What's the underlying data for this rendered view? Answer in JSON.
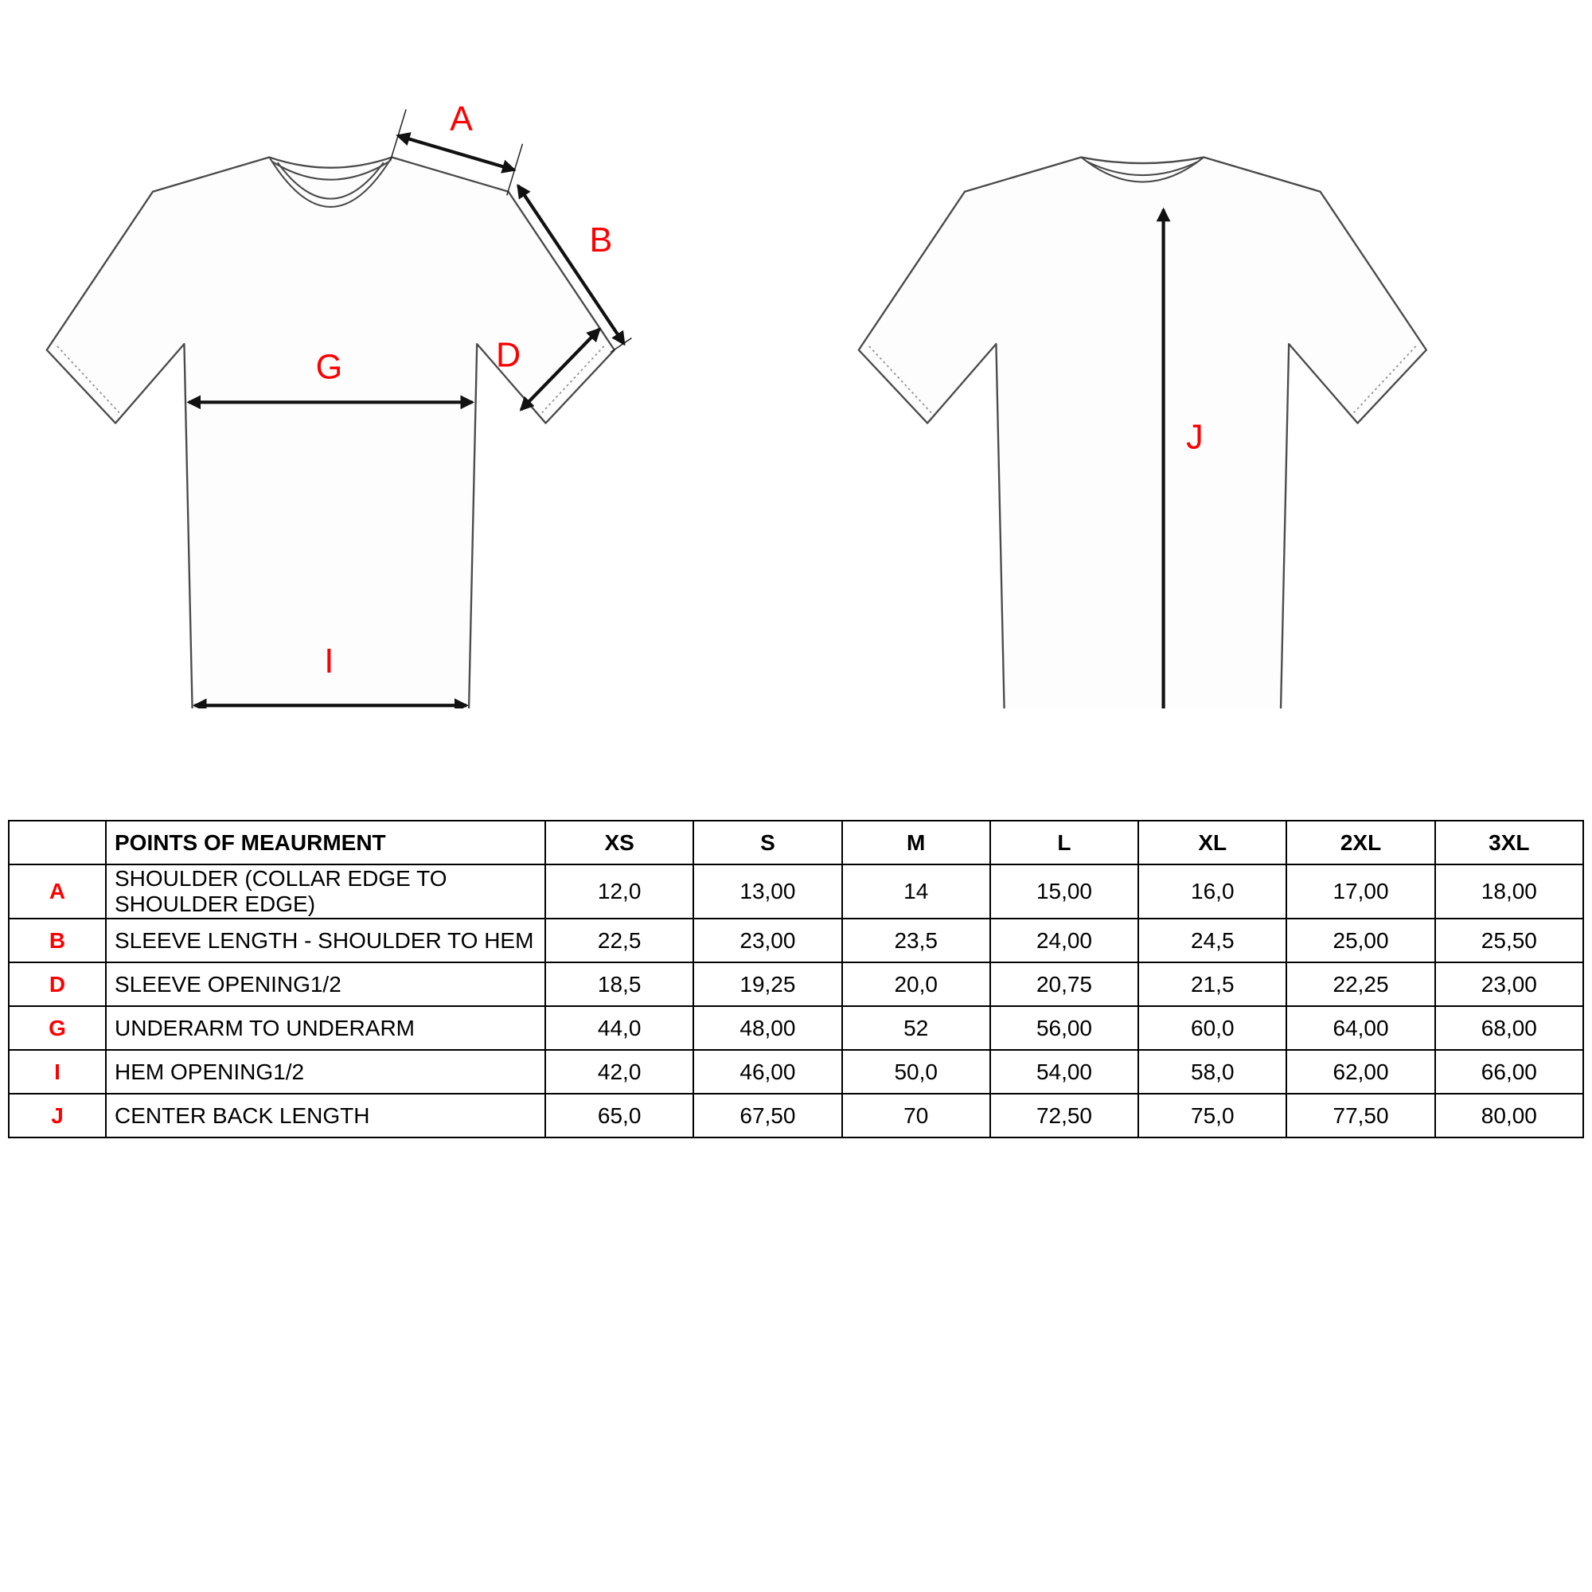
{
  "diagram": {
    "labels": {
      "a": "A",
      "b": "B",
      "d": "D",
      "g": "G",
      "i": "I",
      "j": "J"
    },
    "label_color": "#ff0000",
    "arrow_color": "#111111"
  },
  "table": {
    "header": {
      "title": "POINTS OF MEAURMENT",
      "sizes": [
        "XS",
        "S",
        "M",
        "L",
        "XL",
        "2XL",
        "3XL"
      ]
    },
    "rows": [
      {
        "letter": "A",
        "name": "SHOULDER (COLLAR EDGE TO SHOULDER EDGE)",
        "values": [
          "12,0",
          "13,00",
          "14",
          "15,00",
          "16,0",
          "17,00",
          "18,00"
        ]
      },
      {
        "letter": "B",
        "name": "SLEEVE LENGTH - SHOULDER TO HEM",
        "values": [
          "22,5",
          "23,00",
          "23,5",
          "24,00",
          "24,5",
          "25,00",
          "25,50"
        ]
      },
      {
        "letter": "D",
        "name": "SLEEVE OPENING1/2",
        "values": [
          "18,5",
          "19,25",
          "20,0",
          "20,75",
          "21,5",
          "22,25",
          "23,00"
        ]
      },
      {
        "letter": "G",
        "name": "UNDERARM TO UNDERARM",
        "values": [
          "44,0",
          "48,00",
          "52",
          "56,00",
          "60,0",
          "64,00",
          "68,00"
        ]
      },
      {
        "letter": "I",
        "name": "HEM OPENING1/2",
        "values": [
          "42,0",
          "46,00",
          "50,0",
          "54,00",
          "58,0",
          "62,00",
          "66,00"
        ]
      },
      {
        "letter": "J",
        "name": "CENTER BACK LENGTH",
        "values": [
          "65,0",
          "67,50",
          "70",
          "72,50",
          "75,0",
          "77,50",
          "80,00"
        ]
      }
    ]
  }
}
